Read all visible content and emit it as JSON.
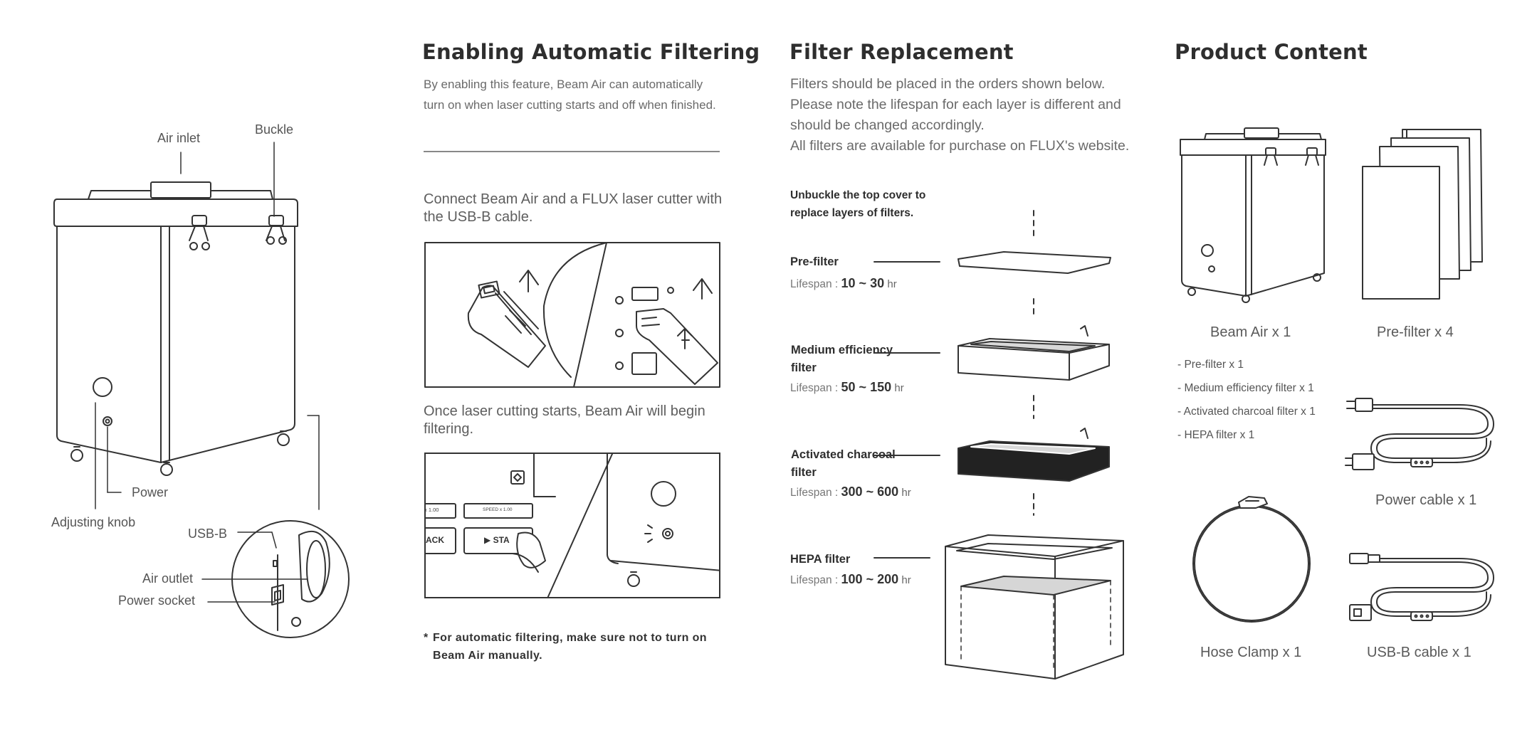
{
  "device_labels": {
    "air_inlet": "Air inlet",
    "buckle": "Buckle",
    "power": "Power",
    "adjusting_knob": "Adjusting knob",
    "usb_b": "USB-B",
    "air_outlet": "Air outlet",
    "power_socket": "Power socket"
  },
  "auto_filter": {
    "title": "Enabling Automatic Filtering",
    "intro": "By enabling this feature, Beam Air can automatically turn on when laser cutting starts and off when finished.",
    "step1": "Connect Beam Air and a FLUX laser cutter with the USB-B cable.",
    "step2": "Once laser cutting starts, Beam Air will begin filtering.",
    "panel_btn1": "x 1.00",
    "panel_btn2": "SPEED x 1.00",
    "panel_back": "ACK",
    "panel_start": "▶ STA",
    "note_star": "*",
    "note": "For automatic filtering, make sure not to turn on Beam Air manually."
  },
  "filter_replacement": {
    "title": "Filter Replacement",
    "intro_lines": [
      "Filters should be placed in the orders shown below.",
      "Please note the lifespan for each layer is different and",
      "should be changed accordingly.",
      "All filters are available for purchase on FLUX's website."
    ],
    "instruction": "Unbuckle the top cover to replace layers of filters.",
    "lifespan_label": "Lifespan :",
    "unit": "hr",
    "filters": [
      {
        "name": "Pre-filter",
        "lifespan": "10 ~ 30"
      },
      {
        "name": "Medium efficiency filter",
        "lifespan": "50 ~ 150"
      },
      {
        "name": "Activated charcoal filter",
        "lifespan": "300 ~ 600"
      },
      {
        "name": "HEPA filter",
        "lifespan": "100 ~ 200"
      }
    ]
  },
  "product_content": {
    "title": "Product Content",
    "beam_air": "Beam Air x 1",
    "pre_filter": "Pre-filter x 4",
    "included_filters": [
      "- Pre-filter x 1",
      "- Medium efficiency filter x 1",
      "- Activated charcoal filter x 1",
      "- HEPA filter x 1"
    ],
    "power_cable": "Power cable x 1",
    "hose_clamp": "Hose Clamp x 1",
    "usb_b_cable": "USB-B cable x 1"
  },
  "colors": {
    "line": "#333333",
    "heading": "#2e2e2e",
    "body_text": "#6a6a6a",
    "charcoal": "#222222"
  }
}
